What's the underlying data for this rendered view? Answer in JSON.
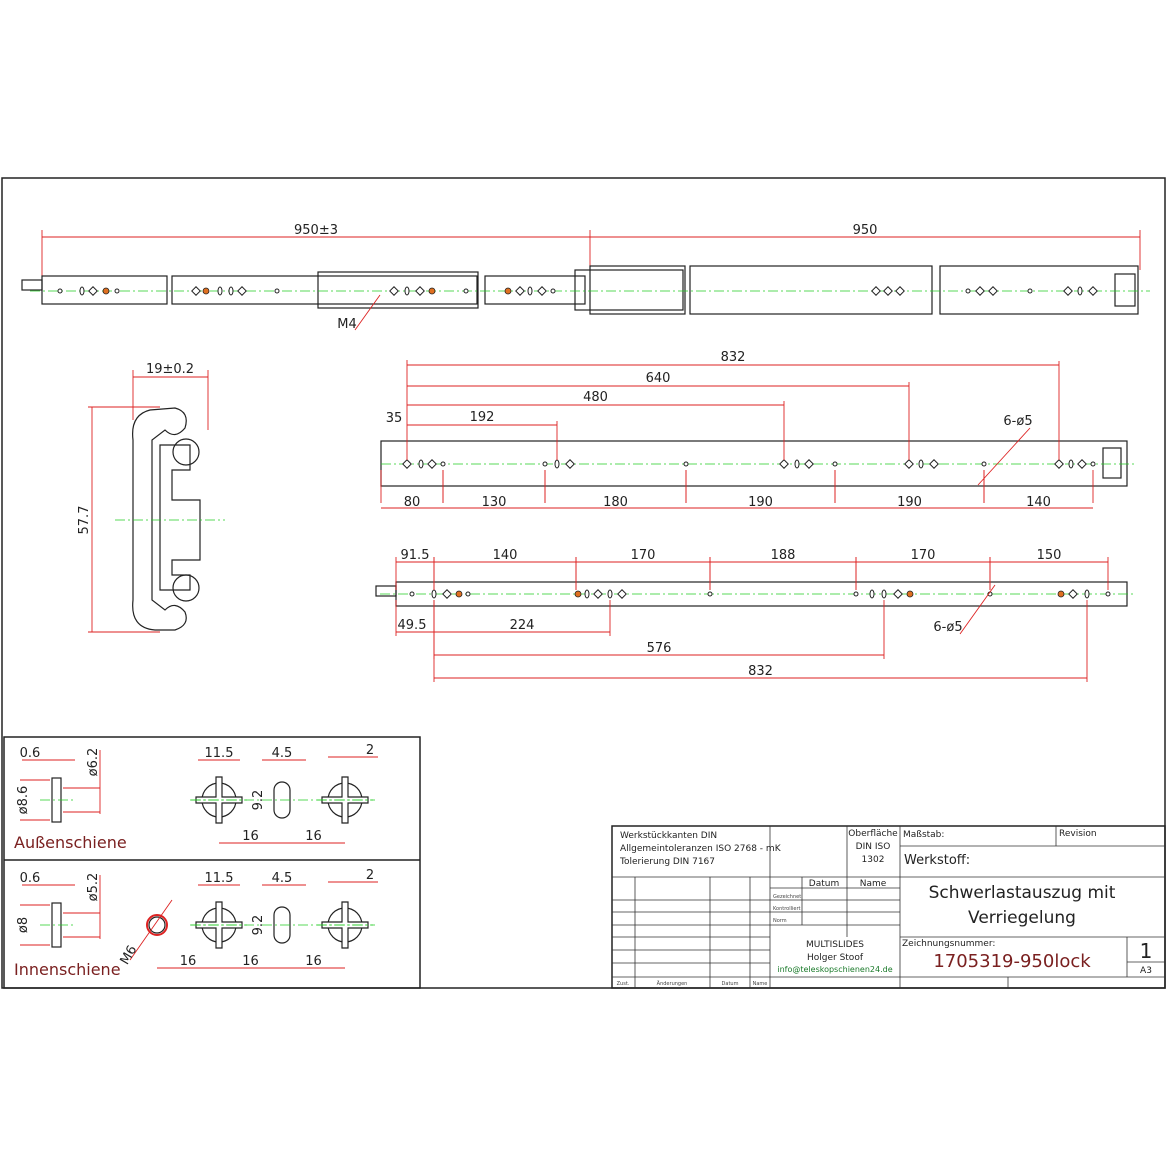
{
  "top_view": {
    "dim_left": "950±3",
    "dim_right": "950",
    "thread_label": "M4"
  },
  "cross_section": {
    "width": "19±0.2",
    "height": "57.7"
  },
  "inner_rail_view": {
    "top_dims": [
      "832",
      "640",
      "480",
      "192",
      "35"
    ],
    "hole_note": "6-ø5",
    "bottom_dims": [
      "80",
      "130",
      "180",
      "190",
      "190",
      "140"
    ]
  },
  "outer_rail_view": {
    "top_dims": [
      "91.5",
      "140",
      "170",
      "188",
      "170",
      "150"
    ],
    "hole_note": "6-ø5",
    "bottom_dims": [
      "49.5",
      "224",
      "576",
      "832"
    ]
  },
  "details": {
    "outer": {
      "label": "Außenschiene",
      "dims": [
        "0.6",
        "ø6.2",
        "ø8.6",
        "11.5",
        "4.5",
        "2",
        "9.2",
        "16",
        "16"
      ]
    },
    "inner": {
      "label": "Innenschiene",
      "dims": [
        "0.6",
        "ø5.2",
        "ø8",
        "11.5",
        "4.5",
        "2",
        "9.2",
        "M6",
        "16",
        "16",
        "16"
      ]
    }
  },
  "title_block": {
    "notes": [
      "Werkstückkanten DIN",
      "Allgemeintoleranzen ISO 2768 - mK",
      "Tolerierung DIN 7167"
    ],
    "surface": [
      "Oberfläche",
      "DIN ISO",
      "1302"
    ],
    "scale_label": "Maßstab:",
    "revision_label": "Revision",
    "material_label": "Werkstoff:",
    "datum_label": "Datum",
    "name_label": "Name",
    "roles": [
      "Gezeichnet",
      "Kontrolliert",
      "Norm"
    ],
    "company": "MULTISLIDES",
    "person": "Holger Stoof",
    "email": "info@teleskopschienen24.de",
    "title_line1": "Schwerlastauszug mit",
    "title_line2": "Verriegelung",
    "drawing_number_label": "Zeichnungsnummer:",
    "drawing_number": "1705319-950lock",
    "sheet": "1",
    "format": "A3",
    "footer": [
      "Zust.",
      "Änderungen",
      "Datum",
      "Name"
    ]
  },
  "colors": {
    "dimension": "#dd2222",
    "centerline": "#22cc22",
    "title": "#7a2020"
  }
}
